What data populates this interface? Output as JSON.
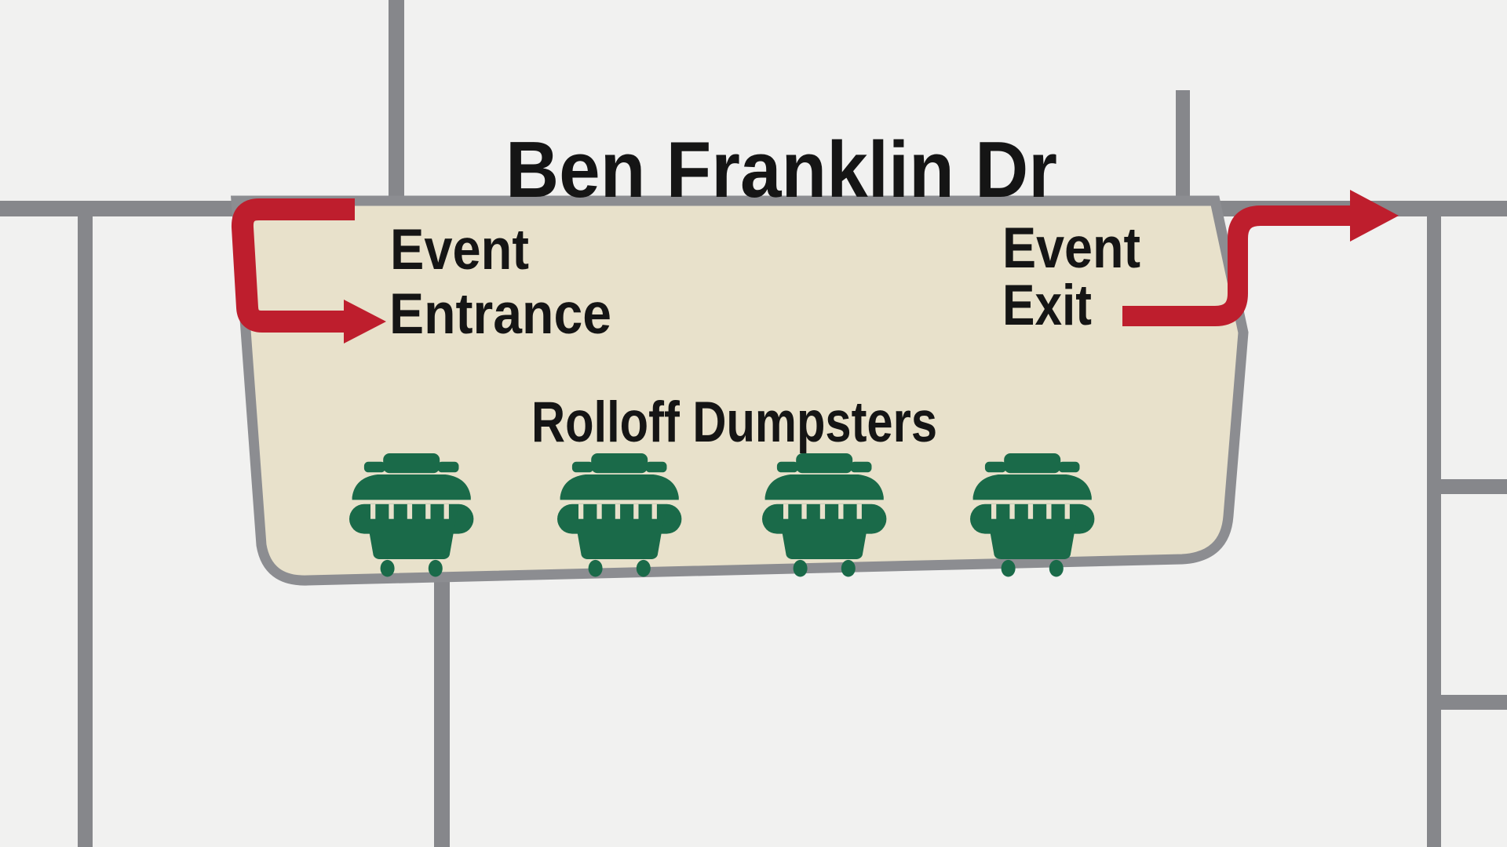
{
  "title": "Ben Franklin Dr",
  "map": {
    "street_label": "Ben Franklin Dr",
    "entrance": {
      "line1": "Event",
      "line2": "Entrance"
    },
    "exit": {
      "line1": "Event",
      "line2": "Exit"
    },
    "dumpster_area": {
      "label": "Rolloff Dumpsters",
      "dumpster_count": 4
    },
    "colors": {
      "background": "#f1f1f0",
      "road": "#86878b",
      "lot_fill": "#e8e1cb",
      "lot_border": "#8c8d91",
      "route_arrow": "#be1e2d",
      "dumpster": "#1a6a49",
      "text": "#151515"
    }
  }
}
